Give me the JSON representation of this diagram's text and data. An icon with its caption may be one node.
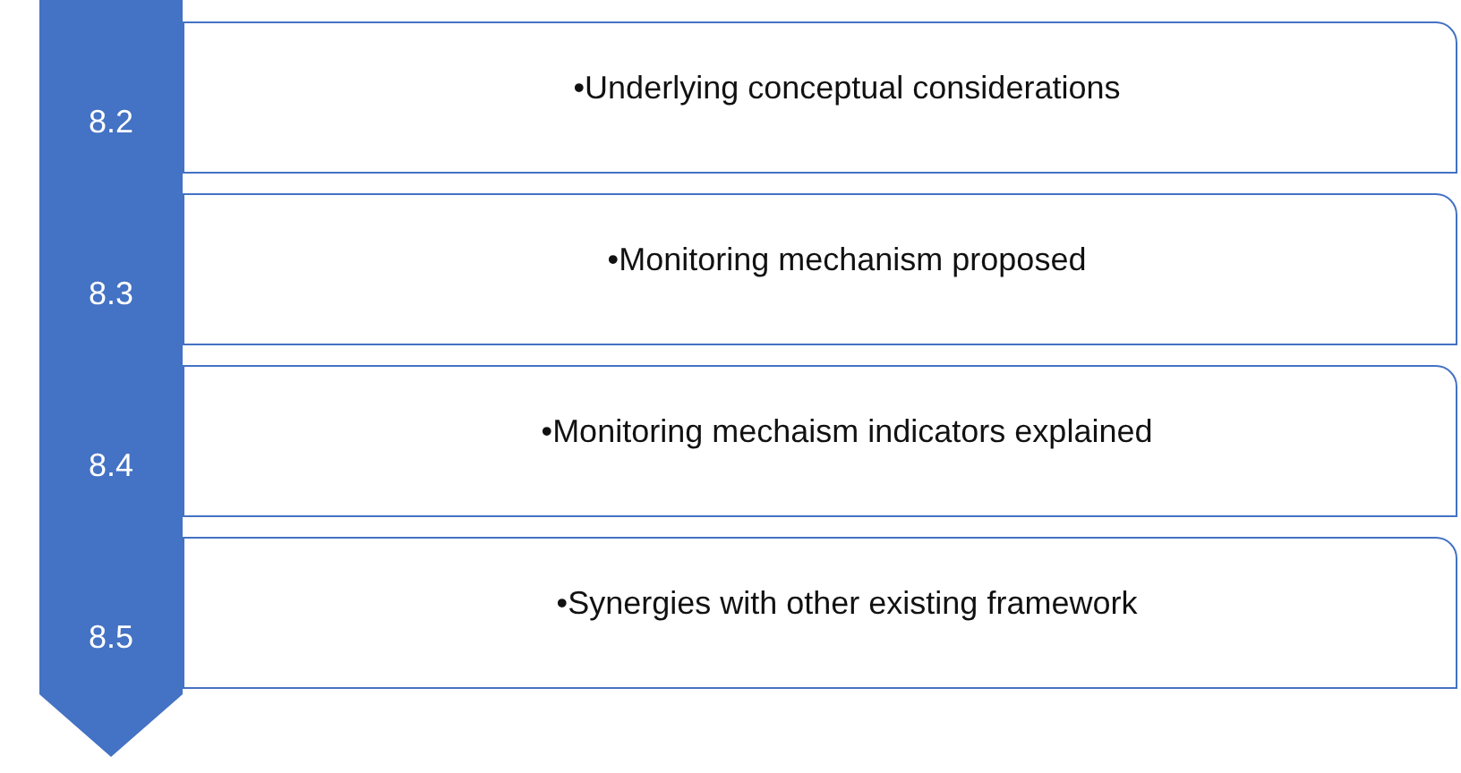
{
  "diagram": {
    "nodes": [
      {
        "text": [
          "8.2"
        ]
      },
      {
        "text": [
          "•Underlying conceptual considerations"
        ]
      },
      {
        "text": [
          "8.3"
        ]
      },
      {
        "text": [
          "•Monitoring mechanism proposed"
        ]
      },
      {
        "text": [
          "8.4"
        ]
      },
      {
        "text": [
          "•Monitoring mechaism indicators explained"
        ]
      },
      {
        "text": [
          "8.5"
        ]
      },
      {
        "text": [
          "•Synergies with other existing framework"
        ]
      }
    ]
  }
}
